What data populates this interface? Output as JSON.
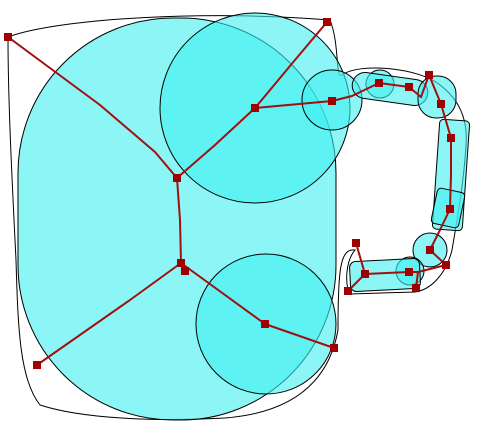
{
  "colors": {
    "background": "#ffffff",
    "outline": "#000000",
    "fill": "#40f0f0",
    "fill_opacity": 0.6,
    "skeleton": "#a01010",
    "node": "#a00000"
  },
  "skeleton": {
    "nodes": [
      "mug-top-left-node",
      "mug-top-right-node",
      "mug-center-node",
      "mug-upper-branch-node",
      "mug-lower-center-node",
      "mug-bottom-left-node",
      "mug-lower-right-node",
      "mug-bottom-right-node",
      "handle-start-node",
      "handle-top-node",
      "handle-corner-node",
      "handle-right-upper-node",
      "handle-right-lower-node",
      "handle-bottom-node",
      "handle-end-node"
    ]
  }
}
